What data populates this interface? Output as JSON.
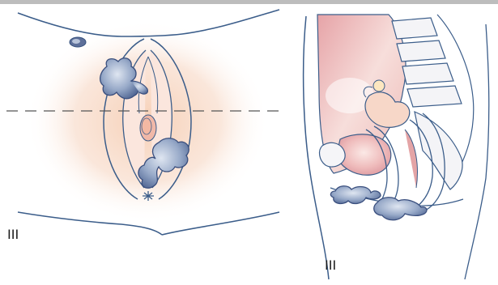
{
  "panels": {
    "left": {
      "label": "III"
    },
    "right": {
      "label": "III"
    }
  },
  "colors": {
    "outline": "#3b5d8a",
    "tumor_dark": "#4a5f8f",
    "tumor_light": "#b8c6dc",
    "skin_glow": "#f1c9ad",
    "tissue_pink": "#e9a9ad",
    "tissue_light": "#f6dcd7",
    "top_rule": "#b5b5b5",
    "section_line": "#555555"
  },
  "icons": {
    "left": "perineal-view-illustration",
    "right": "sagittal-pelvis-illustration"
  }
}
